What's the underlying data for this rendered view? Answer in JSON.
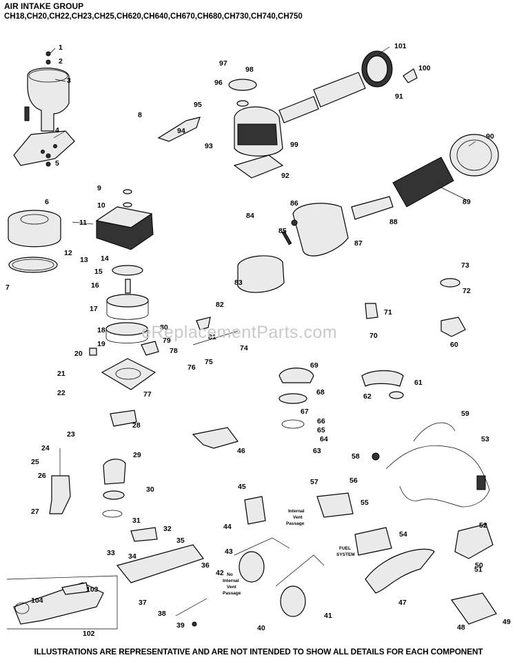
{
  "header": {
    "title": "AIR INTAKE GROUP",
    "models": "CH18,CH20,CH22,CH23,CH25,CH620,CH640,CH670,CH680,CH730,CH740,CH750"
  },
  "watermark": "eReplacementParts.com",
  "footer": "ILLUSTRATIONS ARE REPRESENTATIVE AND ARE NOT INTENDED TO SHOW ALL DETAILS FOR EACH COMPONENT",
  "notes": {
    "internal_vent_line1": "Internal",
    "internal_vent_line2": "Vent",
    "internal_vent_line3": "Passage",
    "no_internal_line1": "No",
    "no_internal_line2": "Internal",
    "no_internal_line3": "Vent",
    "no_internal_line4": "Passage",
    "fuel_line1": "FUEL",
    "fuel_line2": "SYSTEM"
  },
  "callouts": [
    "1",
    "2",
    "3",
    "4",
    "5",
    "6",
    "7",
    "8",
    "9",
    "10",
    "11",
    "12",
    "13",
    "14",
    "15",
    "16",
    "17",
    "18",
    "19",
    "20",
    "21",
    "22",
    "23",
    "24",
    "25",
    "26",
    "27",
    "28",
    "29",
    "30",
    "31",
    "32",
    "33",
    "34",
    "35",
    "36",
    "37",
    "38",
    "39",
    "40",
    "41",
    "42",
    "43",
    "44",
    "45",
    "46",
    "47",
    "48",
    "49",
    "50",
    "51",
    "52",
    "53",
    "54",
    "55",
    "56",
    "57",
    "58",
    "59",
    "60",
    "61",
    "62",
    "63",
    "64",
    "65",
    "66",
    "67",
    "68",
    "69",
    "70",
    "71",
    "72",
    "73",
    "74",
    "75",
    "76",
    "77",
    "78",
    "79",
    "80",
    "81",
    "82",
    "83",
    "84",
    "85",
    "86",
    "87",
    "88",
    "89",
    "90",
    "91",
    "92",
    "93",
    "94",
    "95",
    "96",
    "97",
    "98",
    "99",
    "100",
    "101",
    "102",
    "103",
    "104"
  ]
}
